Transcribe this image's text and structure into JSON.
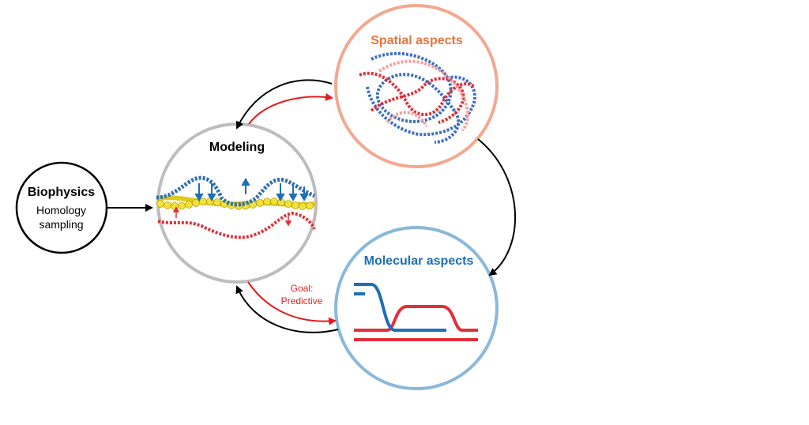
{
  "nodes": {
    "biophysics": {
      "title": "Biophysics",
      "subtitle_line1": "Homology",
      "subtitle_line2": "sampling"
    },
    "modeling": {
      "title": "Modeling"
    },
    "spatial": {
      "title": "Spatial aspects"
    },
    "molecular": {
      "title": "Molecular aspects"
    }
  },
  "annotations": {
    "goal_line1": "Goal:",
    "goal_line2": "Predictive"
  },
  "colors": {
    "biophysics_ring": "#000000",
    "modeling_ring": "#b8b8b8",
    "spatial_ring": "#f2a98f",
    "molecular_ring": "#8ab8dc",
    "blue_strand": "#2f6db3",
    "red_strand": "#e0303a",
    "protein_beads": "#f2e13a",
    "arrow_black": "#000000",
    "arrow_red": "#e41a1c"
  }
}
